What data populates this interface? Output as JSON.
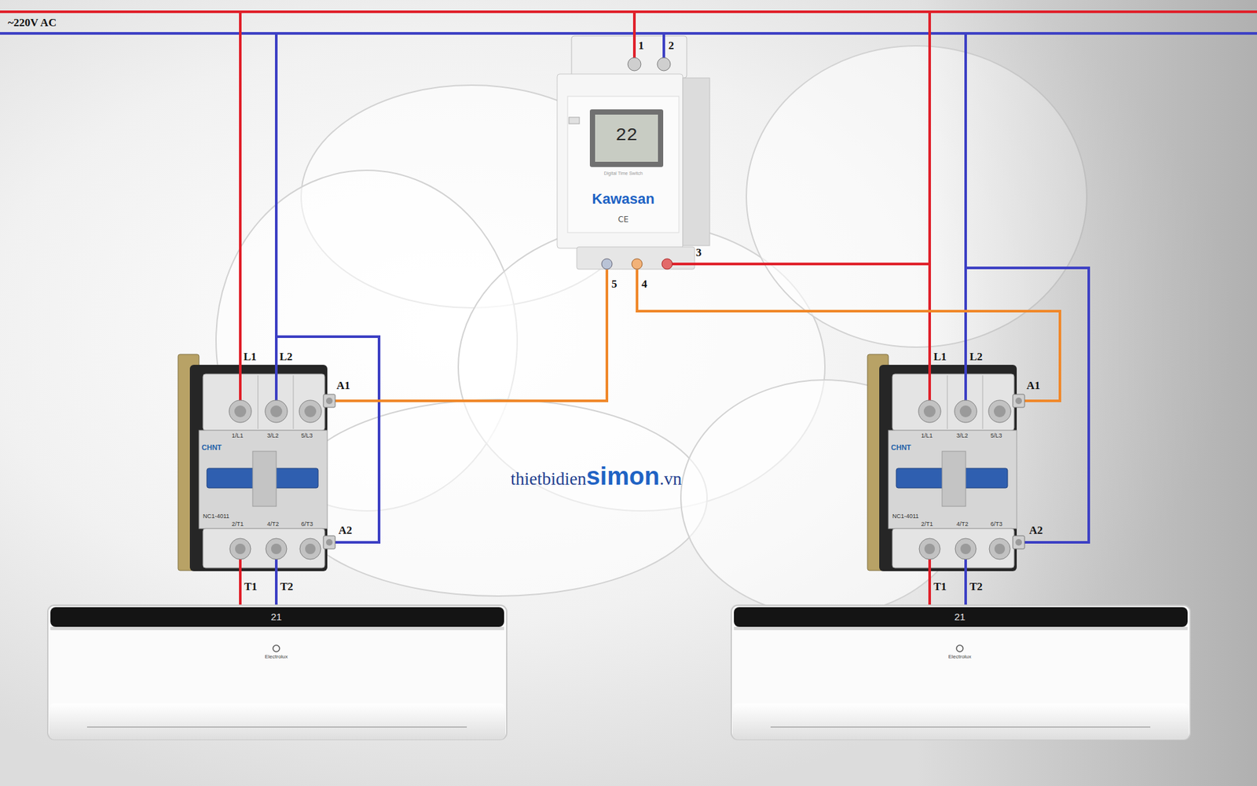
{
  "diagram": {
    "nodes": [
      {
        "text": [
          "22",
          "Digital Time Switch",
          "Kawasan",
          "CE"
        ]
      },
      {
        "text": [
          "CHNT",
          "NC1-4011",
          "1/L1",
          "3/L2",
          "5/L3",
          "2/T1",
          "4/T2",
          "6/T3"
        ]
      },
      {
        "text": [
          "CHNT",
          "NC1-4011",
          "1/L1",
          "3/L2",
          "5/L3",
          "2/T1",
          "4/T2",
          "6/T3"
        ]
      },
      {
        "text": [
          "21",
          "Electrolux"
        ]
      },
      {
        "text": [
          "21",
          "Electrolux"
        ]
      }
    ],
    "edges": [
      {
        "from": 0,
        "to": 1,
        "arrow": "none"
      },
      {
        "from": 0,
        "to": 2,
        "arrow": "none"
      },
      {
        "from": 1,
        "to": 3,
        "arrow": "none"
      },
      {
        "from": 1,
        "to": 3,
        "arrow": "none"
      },
      {
        "from": 2,
        "to": 4,
        "arrow": "none"
      },
      {
        "from": 2,
        "to": 4,
        "arrow": "none"
      }
    ],
    "labels": [
      "~220V AC",
      "1",
      "2",
      "3",
      "4",
      "5",
      "L1",
      "L2",
      "A1",
      "A2",
      "T1",
      "T2",
      "L1",
      "L2",
      "A1",
      "A2",
      "T1",
      "T2",
      "thietbidien",
      "simon",
      ".vn"
    ]
  }
}
